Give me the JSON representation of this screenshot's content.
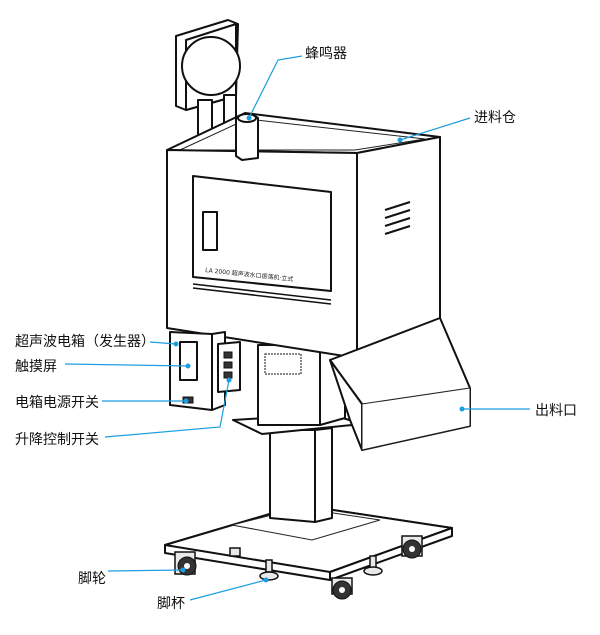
{
  "title": "LA 2000 超声波水口振落机·立式 结构示意图",
  "machine_plate": "LA 2000 超声波水口振落机·立式",
  "labels": {
    "buzzer": "蜂鸣器",
    "hopper": "进料仓",
    "outlet": "出料口",
    "generator_box": "超声波电箱（发生器）",
    "touch_screen": "触摸屏",
    "power_switch": "电箱电源开关",
    "lift_switch": "升降控制开关",
    "caster": "脚轮",
    "foot_cup": "脚杯"
  },
  "colors": {
    "leader_line": "#1a9ee0",
    "outline": "#111111"
  }
}
